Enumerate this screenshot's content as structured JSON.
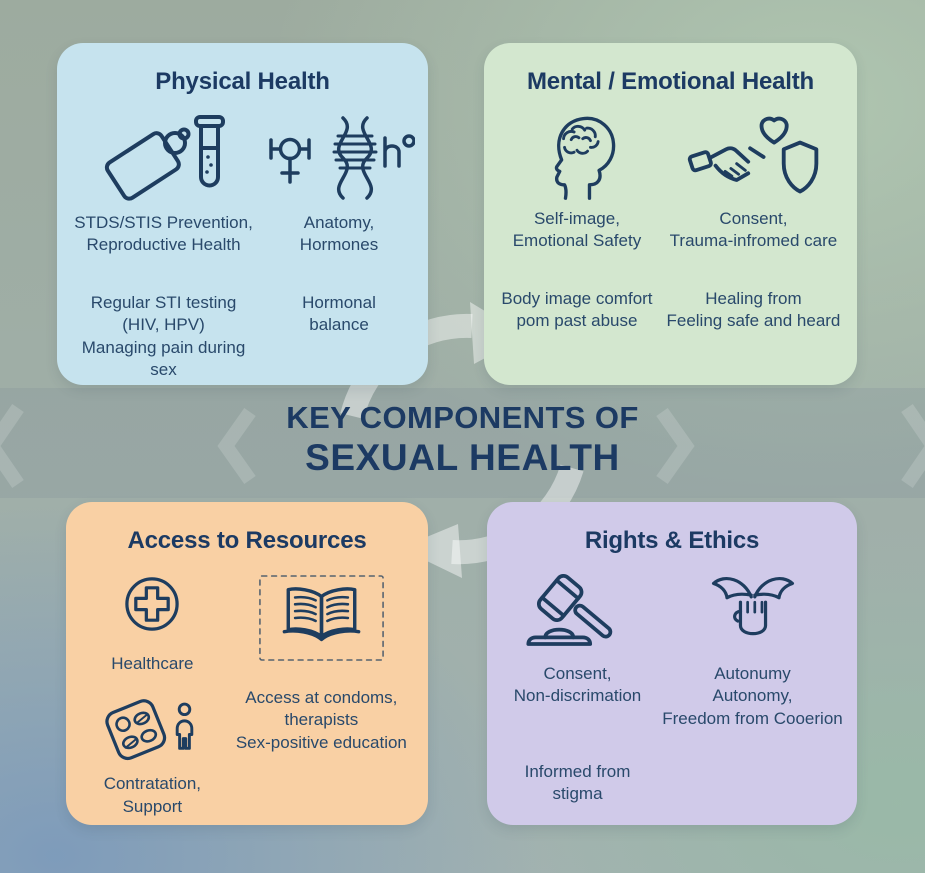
{
  "colors": {
    "physical_bg": "#c6e3ee",
    "mental_bg": "#d3e7cf",
    "access_bg": "#f9d0a4",
    "rights_bg": "#d0cae9",
    "ink": "#1e3d5f",
    "title_ink": "#1c3a63"
  },
  "center_title": {
    "line1": "KEY COMPONENTS OF",
    "line2": "SEXUAL HEALTH"
  },
  "cards": {
    "physical": {
      "title": "Physical Health",
      "left": {
        "icon": "condom-testtube-icon",
        "text1": "STDS/STIS Prevention,\nReproductive Health",
        "text2": "Regular STI testing\n(HIV, HPV)\nManaging pain during sex"
      },
      "right": {
        "icon": "gender-dna-icon",
        "text1": "Anatomy,\nHormones",
        "text2": "Hormonal\nbalance"
      }
    },
    "mental": {
      "title": "Mental / Emotional Health",
      "left": {
        "icon": "head-brain-icon",
        "text1": "Self-image,\nEmotional Safety",
        "text2": "Body image comfort\npom past abuse"
      },
      "right": {
        "icon": "handshake-heart-shield-icon",
        "text1": "Consent,\nTrauma-infromed care",
        "text2": "Healing from\nFeeling safe and heard"
      }
    },
    "access": {
      "title": "Access to Resources",
      "left": [
        {
          "icon": "healthcare-cross-icon",
          "label": "Healthcare"
        },
        {
          "icon": "pill-pack-person-icon",
          "label": "Contratation, Support"
        }
      ],
      "right": {
        "icon": "open-book-icon",
        "text": "Access at condoms,\ntherapists\nSex-positive education"
      }
    },
    "rights": {
      "title": "Rights & Ethics",
      "left": {
        "icon": "gavel-icon",
        "text1": "Consent,\nNon-discrimation",
        "text2": "Informed from\nstigma"
      },
      "right": {
        "icon": "fist-wings-icon",
        "text1": "Autonumy\nAutonomy,\nFreedom from Cooerion"
      }
    }
  }
}
